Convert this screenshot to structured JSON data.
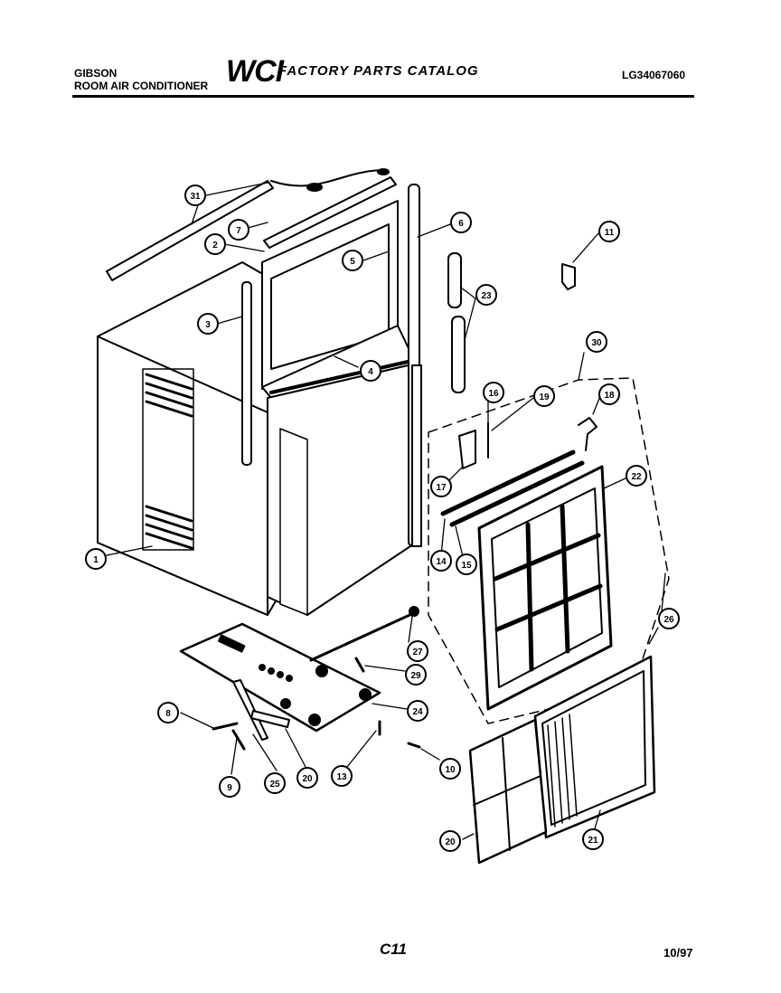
{
  "header": {
    "brand": "GIBSON",
    "product": "ROOM AIR CONDITIONER",
    "logo": "WCI",
    "catalog_title": "FACTORY PARTS CATALOG",
    "model_number": "LG34067060"
  },
  "footer": {
    "page_code": "C11",
    "date": "10/97"
  },
  "callouts": {
    "c1": "1",
    "c2": "2",
    "c3": "3",
    "c4": "4",
    "c5": "5",
    "c6": "6",
    "c7": "7",
    "c8": "8",
    "c9": "9",
    "c10": "10",
    "c11": "11",
    "c13": "13",
    "c14": "14",
    "c15": "15",
    "c16": "16",
    "c17": "17",
    "c18": "18",
    "c19": "19",
    "c20a": "20",
    "c20b": "20",
    "c21": "21",
    "c22": "22",
    "c23": "23",
    "c24": "24",
    "c25": "25",
    "c26": "26",
    "c27": "27",
    "c29": "29",
    "c30": "30",
    "c31": "31"
  }
}
